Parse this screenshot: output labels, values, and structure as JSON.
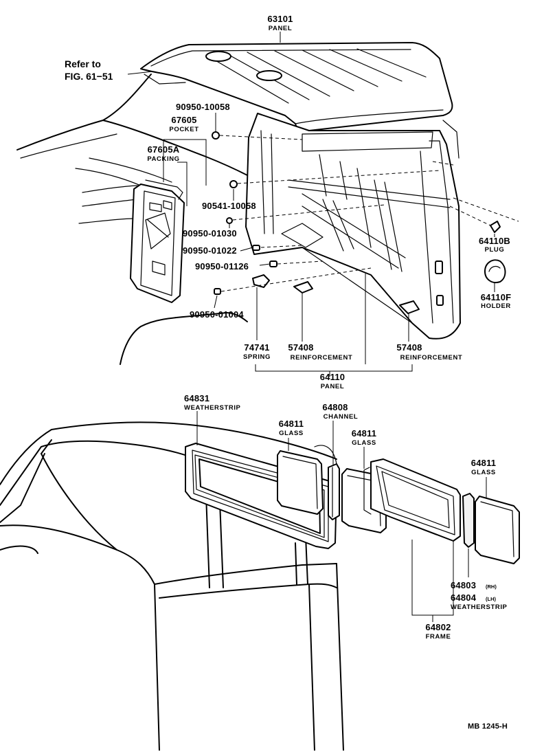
{
  "figure_code": "MB  1245-H",
  "refer": {
    "line1": "Refer to",
    "line2": "FIG. 61−51"
  },
  "callouts": {
    "panel_63101": {
      "num": "63101",
      "name": "PANEL"
    },
    "bolt_90950_10058": {
      "num": "90950-10058"
    },
    "pocket_67605": {
      "num": "67605",
      "name": "POCKET"
    },
    "packing_67605A": {
      "num": "67605A",
      "name": "PACKING"
    },
    "screw_90541_10058": {
      "num": "90541-10058"
    },
    "clip_90950_01030": {
      "num": "90950-01030"
    },
    "clip_90950_01022": {
      "num": "90950-01022"
    },
    "clip_90950_01126": {
      "num": "90950-01126"
    },
    "clip_90950_01004": {
      "num": "90950-01004"
    },
    "plug_64110B": {
      "num": "64110B",
      "name": "PLUG"
    },
    "holder_64110F": {
      "num": "64110F",
      "name": "HOLDER"
    },
    "spring_74741": {
      "num": "74741",
      "name": "SPRING"
    },
    "reinf_57408_a": {
      "num": "57408",
      "name": "REINFORCEMENT"
    },
    "reinf_57408_b": {
      "num": "57408",
      "name": "REINFORCEMENT"
    },
    "panel_64110": {
      "num": "64110",
      "name": "PANEL"
    },
    "weatherstrip_64831": {
      "num": "64831",
      "name": "WEATHERSTRIP"
    },
    "glass_64811_a": {
      "num": "64811",
      "name": "GLASS"
    },
    "channel_64808": {
      "num": "64808",
      "name": "CHANNEL"
    },
    "glass_64811_b": {
      "num": "64811",
      "name": "GLASS"
    },
    "glass_64811_c": {
      "num": "64811",
      "name": "GLASS"
    },
    "weatherstrip_64803": {
      "num": "64803",
      "side": "(RH)"
    },
    "weatherstrip_64804": {
      "num": "64804",
      "side": "(LH)",
      "name": "WEATHERSTRIP"
    },
    "frame_64802": {
      "num": "64802",
      "name": "FRAME"
    }
  },
  "colors": {
    "ink": "#000000",
    "paper": "#ffffff"
  }
}
